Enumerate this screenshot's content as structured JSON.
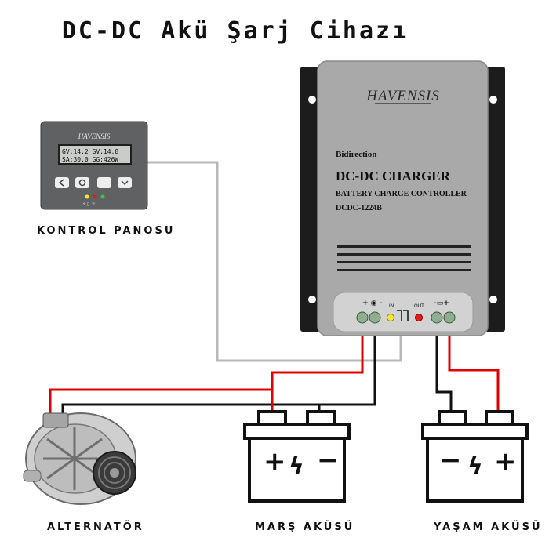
{
  "title": "DC-DC Akü Şarj Cihazı",
  "labels": {
    "control_panel": "KONTROL PANOSU",
    "alternator": "ALTERNATÖR",
    "starter_battery": "MARŞ AKÜSÜ",
    "house_battery": "YAŞAM AKÜSÜ"
  },
  "charger": {
    "brand": "HAVENSIS",
    "line1": "Bidirection",
    "line2": "DC-DC CHARGER",
    "line3": "BATTERY CHARGE CONTROLLER",
    "model": "DCDC-1224B",
    "in_label": "IN",
    "out_label": "OUT"
  },
  "panel": {
    "brand": "HAVENSIS",
    "lcd_line1": "GV:14.2  GV:14.8",
    "lcd_line2": "SA:30.0  GG:426W"
  },
  "colors": {
    "positive_wire": "#e00000",
    "negative_wire": "#111111",
    "signal_wire": "#b8b8b8",
    "charger_body": "#a9a9a9",
    "panel_body": "#5f6163"
  }
}
